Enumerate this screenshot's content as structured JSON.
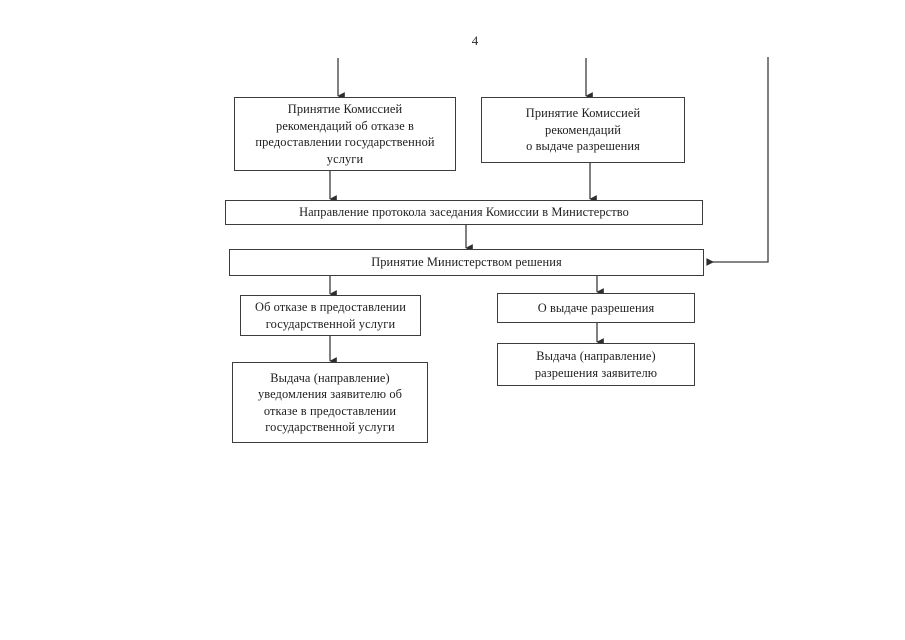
{
  "document": {
    "page_number": "4",
    "type": "flowchart"
  },
  "chart_data": {
    "type": "diagram",
    "title": "",
    "orientation": "top-to-bottom",
    "nodes": [
      {
        "id": "refusal-recommendation",
        "label": "Принятие Комиссией\nрекомендаций об отказе в\nпредоставлении государственной\nуслуги"
      },
      {
        "id": "permit-recommendation",
        "label": "Принятие Комиссией\nрекомендаций\nо выдаче разрешения"
      },
      {
        "id": "send-protocol",
        "label": "Направление протокола заседания Комиссии в Министерство"
      },
      {
        "id": "ministry-decision",
        "label": "Принятие Министерством решения"
      },
      {
        "id": "refusal-decision",
        "label": "Об отказе в предоставлении\nгосударственной услуги"
      },
      {
        "id": "permit-decision",
        "label": "О выдаче разрешения"
      },
      {
        "id": "refusal-notice",
        "label": "Выдача (направление)\nуведомления заявителю об\nотказе в предоставлении\nгосударственной услуги"
      },
      {
        "id": "permit-issue",
        "label": "Выдача (направление)\nразрешения заявителю"
      }
    ],
    "edges": [
      {
        "from": "external-top-left",
        "to": "refusal-recommendation"
      },
      {
        "from": "external-top-right",
        "to": "permit-recommendation"
      },
      {
        "from": "refusal-recommendation",
        "to": "send-protocol"
      },
      {
        "from": "permit-recommendation",
        "to": "send-protocol"
      },
      {
        "from": "send-protocol",
        "to": "ministry-decision"
      },
      {
        "from": "external-right-rail",
        "to": "ministry-decision"
      },
      {
        "from": "ministry-decision",
        "to": "refusal-decision"
      },
      {
        "from": "ministry-decision",
        "to": "permit-decision"
      },
      {
        "from": "refusal-decision",
        "to": "refusal-notice"
      },
      {
        "from": "permit-decision",
        "to": "permit-issue"
      }
    ],
    "colors": {
      "node_border": "#3c3c3c",
      "node_fill": "#ffffff",
      "connector": "#3c3c3c",
      "page_background": "#ffffff"
    }
  }
}
